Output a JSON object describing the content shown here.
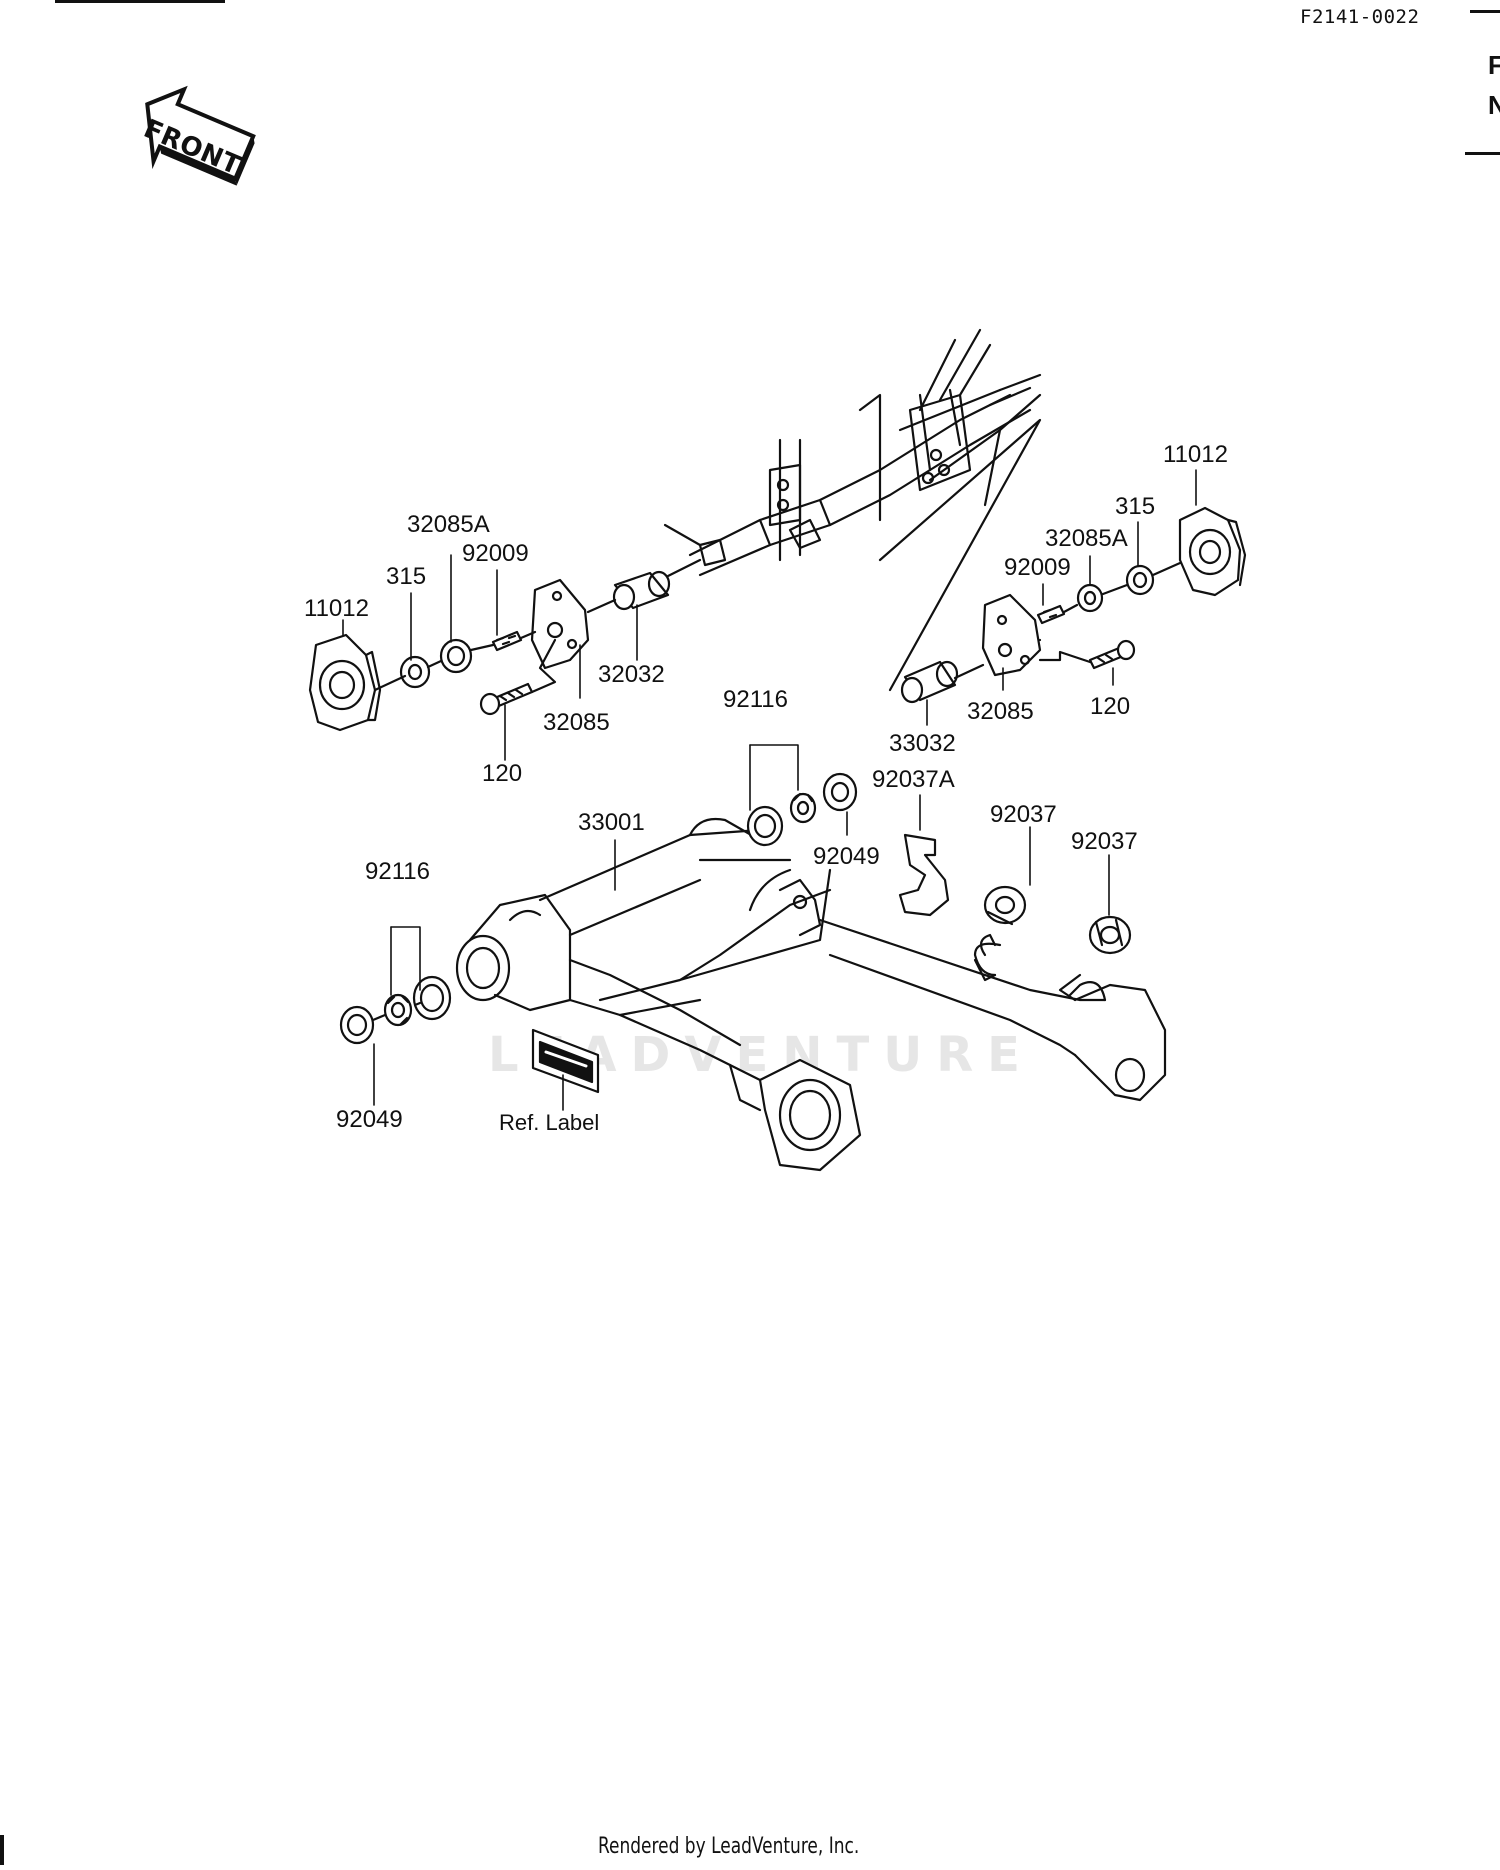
{
  "header": {
    "doc_code": "F2141-0022",
    "edge_text": [
      "F",
      "N"
    ]
  },
  "front_badge": {
    "label": "FRONT",
    "icon": "front-arrow-icon"
  },
  "diagram": {
    "watermark": "LEADVENTURE",
    "labels": {
      "p11012_left": "11012",
      "p315_left": "315",
      "p32085A_left": "32085A",
      "p92009_left": "92009",
      "p32032": "32032",
      "p32085_left": "32085",
      "p120_left": "120",
      "p11012_right": "11012",
      "p315_right": "315",
      "p32085A_right": "32085A",
      "p92009_right": "92009",
      "p33032": "33032",
      "p32085_right": "32085",
      "p120_right": "120",
      "p92116_top": "92116",
      "p92037A": "92037A",
      "p92049_top": "92049",
      "p92037_a": "92037",
      "p92037_b": "92037",
      "p33001": "33001",
      "p92116_left": "92116",
      "p92049_bottom": "92049",
      "ref_label": "Ref. Label"
    }
  },
  "footer": {
    "text": "Rendered by LeadVenture, Inc."
  }
}
